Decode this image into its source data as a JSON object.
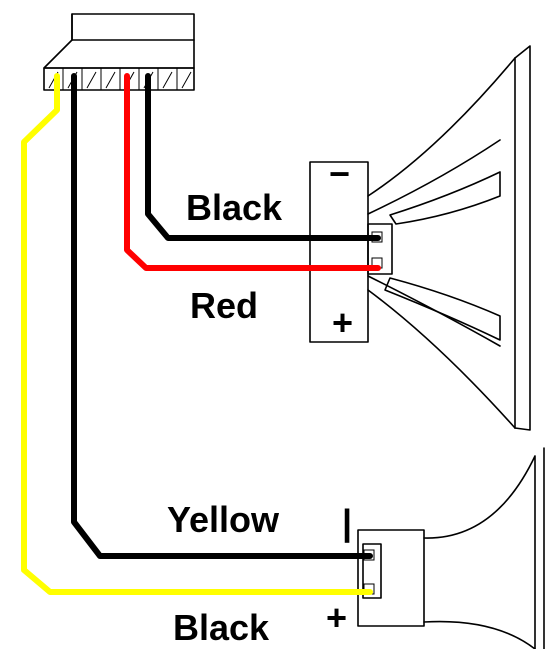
{
  "labels": {
    "black_top": "Black",
    "red": "Red",
    "yellow": "Yellow",
    "black_bottom": "Black"
  },
  "polarity": {
    "upper_minus": "−",
    "upper_plus": "+",
    "lower_minus": "|",
    "lower_plus": "+"
  },
  "wire_colors": {
    "black": "#000000",
    "red": "#ff0000",
    "yellow": "#ffff00"
  }
}
